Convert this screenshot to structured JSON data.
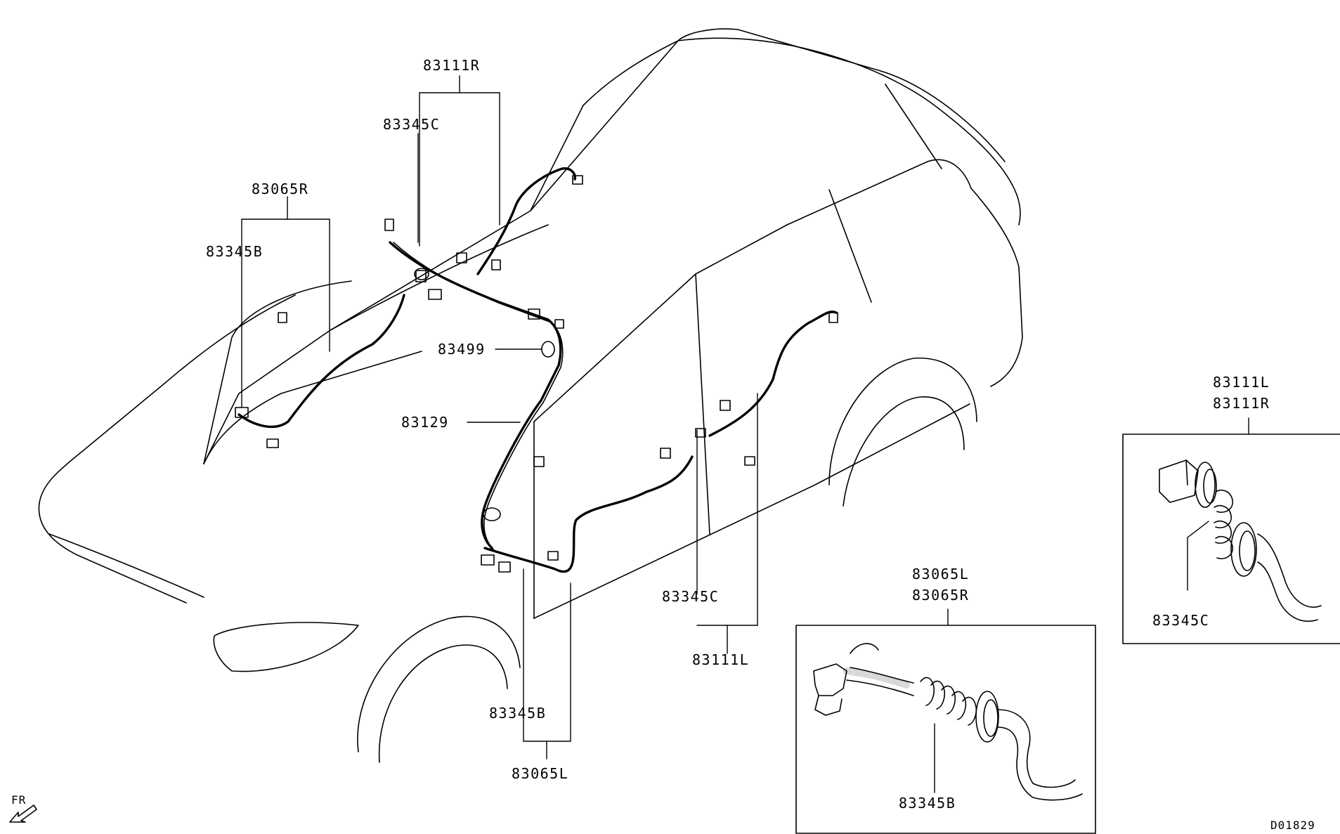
{
  "labels": {
    "harness_83111R_top": "83111R",
    "grommet_83345C_top": "83345C",
    "harness_83065R_left": "83065R",
    "grommet_83345B_left": "83345B",
    "clip_83499": "83499",
    "harness_83129": "83129",
    "grommet_83345C_mid": "83345C",
    "harness_83111L_mid": "83111L",
    "grommet_83345B_bottom": "83345B",
    "harness_83065L_bottom": "83065L",
    "detail1_title_1": "83065L",
    "detail1_title_2": "83065R",
    "detail1_part": "83345B",
    "detail2_title_1": "83111L",
    "detail2_title_2": "83111R",
    "detail2_part": "83345C"
  },
  "direction_marker": "FR",
  "drawing_number": "D01829"
}
